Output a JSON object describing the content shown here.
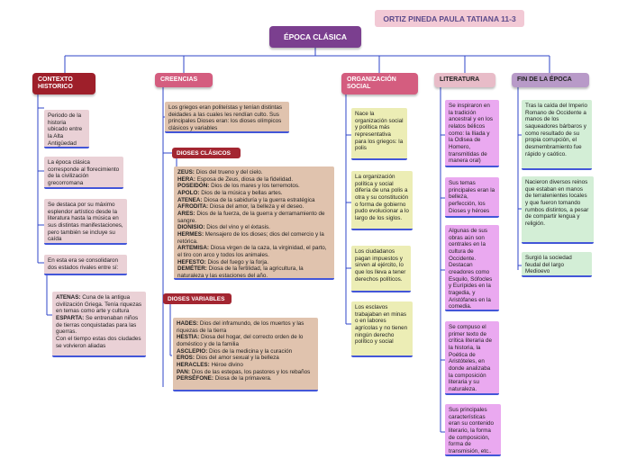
{
  "author": "ORTIZ PINEDA PAULA TATIANA 11-3",
  "root": "ÉPOCA CLÁSICA",
  "branches": {
    "contexto": "CONTEXTO HISTORICO",
    "creencias": "CREENCIAS",
    "organizacion": "ORGANIZACIÓN SOCIAL",
    "literatura": "LITERATURA",
    "fin": "FIN DE LA ÉPOCA"
  },
  "contexto": {
    "n1": "Periodo de la historia ubicado entre la Alta Antigüedad",
    "n2": "La época clásica corresponde al florecimiento de la civilización grecorromana",
    "n3": "Se destaca por su máximo esplendor artístico desde la literatura hasta la música en sus distintas manifestaciones, pero también se incluye su caída",
    "n4": "En esta era se consolidaron dos estados rivales entre sí:",
    "n5": {
      "atenas_label": "ATENAS:",
      "atenas_text": "Cuna de la antigua civilización Griega. Tenía riquezas en temas como arte y cultura",
      "esparta_label": "ESPARTA:",
      "esparta_text": "Se entrenaban niños de tierras conquistadas para las guerras.",
      "closing": "Con el tiempo estas dos ciudades se volvieron aliadas"
    }
  },
  "creencias": {
    "intro": "Los griegos eran politeístas y tenían distintas deidades a las cuales les rendían culto. Sus principales Dioses eran: los dioses olímpicos clásicos y variables",
    "clasicos_title": "DIOSES CLÁSICOS",
    "clasicos": [
      {
        "name": "ZEUS:",
        "text": "Dios del trueno y del cielo."
      },
      {
        "name": "HERA:",
        "text": "Esposa de Zeus, diosa de la fidelidad."
      },
      {
        "name": "POSEIDÓN:",
        "text": "Dios de los mares y los terremotos."
      },
      {
        "name": "APOLO:",
        "text": "Dios de la música y bellas artes."
      },
      {
        "name": "ATENEA:",
        "text": "Diosa de la sabiduría y la guerra estratégica"
      },
      {
        "name": "AFRODITA:",
        "text": "Diosa del amor, la belleza y el deseo."
      },
      {
        "name": "ARES:",
        "text": "Dios de la fuerza, de la guerra y derramamiento de sangre."
      },
      {
        "name": "DIONISIO:",
        "text": "Dios del vino y el éxtasis."
      },
      {
        "name": "HERMES:",
        "text": "Mensajero de los dioses; dios del comercio y la retórica."
      },
      {
        "name": "ARTEMISA:",
        "text": "Diosa virgen de la caza, la virginidad, el parto, el tiro con arco y todos los animales."
      },
      {
        "name": "HEFESTO:",
        "text": "Dios del fuego y la forja."
      },
      {
        "name": "DEMÉTER:",
        "text": "Diosa de la fertilidad, la agricultura, la naturaleza y las estaciones del año."
      }
    ],
    "variables_title": "DIOSES VARIABLES",
    "variables": [
      {
        "name": "HADES:",
        "text": "Dios del inframundo, de los muertos y las riquezas de la tierra"
      },
      {
        "name": "HESTIA:",
        "text": "Diosa del hogar, del correcto orden de lo doméstico y de la familia"
      },
      {
        "name": "ASCLEPIO:",
        "text": "Dios de la medicina y la curación"
      },
      {
        "name": "EROS:",
        "text": "Dios del amor sexual y la belleza"
      },
      {
        "name": "HERACLES:",
        "text": "Héroe divino"
      },
      {
        "name": "PAN:",
        "text": "Dios de las estepas, los pastores y los rebaños"
      },
      {
        "name": "PERSÉFONE:",
        "text": "Diosa de la primavera."
      }
    ]
  },
  "organizacion": {
    "n1": "Nace la organización social y política más representativa para los griegos: la polis",
    "n2": "La organización política y social difería de una polis a otra y su constitución o forma de gobierno pudo evolucionar a lo largo de los siglos.",
    "n3": "Los ciudadanos pagan impuestos y sirven al ejército, lo que los lleva a tener derechos políticos.",
    "n4": "Los esclavos trabajaban en minas o en labores agrícolas y no tienen ningún derecho político y social"
  },
  "literatura": {
    "n1": "Se inspiraron en la tradición ancestral y en los relatos bélicos como: la Iliada y la Odisea de Homero, transmitidas de manera oral)",
    "n2": "Sus temas principales eran la belleza, perfección, los Dioses y héroes",
    "n3": "Algunas de sus obras aún son centrales en la cultura de Occidente. Destacan creadores como Esquilo, Sófocles y Eurípides en la tragedia, y Aristófanes en la comedia.",
    "n4": "Se compuso el primer texto de crítica literaria de la historia, la Poética de Aristóteles, en donde analizaba la composición literaria y su naturaleza.",
    "n5": "Sus principales características eran su contenido literario, la forma de composición, forma de transmisión, etc.."
  },
  "fin": {
    "n1": "Tras la caída del Imperio Romano de Occidente a manos de los saqueadores bárbaros y como resultado de su propia corrupción, el desmembramiento fue rápido y caótico.",
    "n2": "Nacieron diversos reinos que estaban en manos de terratenientes locales y que fueron tomando rumbos distintos, a pesar de compartir lengua y religión.",
    "n3": "Surgió la sociedad feudal del largo Medioevo"
  },
  "colors": {
    "root": "#7b3f8f",
    "contexto": "#9e1f2a",
    "creencias": "#d45d7f",
    "literatura": "#e8bcc8",
    "fin": "#b89ac8",
    "connector": "#2f46c8"
  }
}
